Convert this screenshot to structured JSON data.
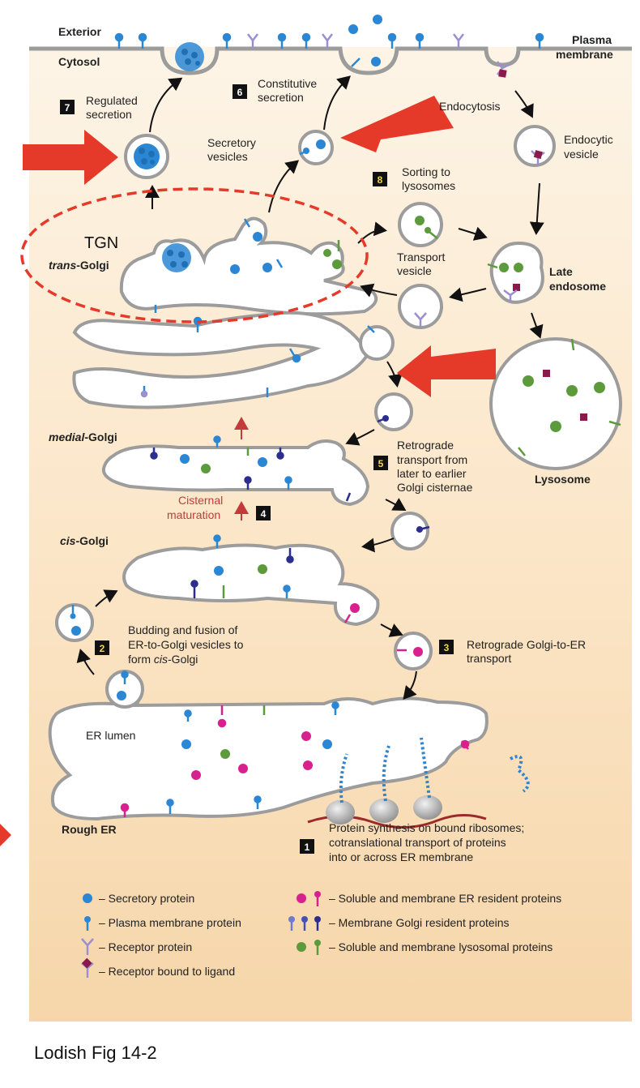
{
  "diagram": {
    "labels": {
      "exterior": "Exterior",
      "cytosol": "Cytosol",
      "plasma_membrane_1": "Plasma",
      "plasma_membrane_2": "membrane",
      "regulated_1": "Regulated",
      "regulated_2": "secretion",
      "constitutive_1": "Constitutive",
      "constitutive_2": "secretion",
      "secretory_vesicles_1": "Secretory",
      "secretory_vesicles_2": "vesicles",
      "endocytosis": "Endocytosis",
      "endocytic_vesicle_1": "Endocytic",
      "endocytic_vesicle_2": "vesicle",
      "sorting_1": "Sorting to",
      "sorting_2": "lysosomes",
      "tgn": "TGN",
      "trans_golgi_italic": "trans",
      "trans_golgi_rest": "-Golgi",
      "transport_vesicle_1": "Transport",
      "transport_vesicle_2": "vesicle",
      "late_endosome_1": "Late",
      "late_endosome_2": "endosome",
      "medial_golgi_italic": "medial",
      "medial_golgi_rest": "-Golgi",
      "retrograde_1": "Retrograde",
      "retrograde_2": "transport from",
      "retrograde_3": "later to earlier",
      "retrograde_4": "Golgi cisternae",
      "lysosome": "Lysosome",
      "cisternal_1": "Cisternal",
      "cisternal_2": "maturation",
      "cis_golgi_italic": "cis",
      "cis_golgi_rest": "-Golgi",
      "budding_1": "Budding and fusion of",
      "budding_2": "ER-to-Golgi vesicles to",
      "budding_3a": "form ",
      "budding_3b": "cis",
      "budding_3c": "-Golgi",
      "retro_er_1": "Retrograde Golgi-to-ER",
      "retro_er_2": "transport",
      "er_lumen": "ER lumen",
      "rough_er": "Rough ER",
      "synthesis_1": "Protein synthesis on bound ribosomes;",
      "synthesis_2": "cotranslational transport of proteins",
      "synthesis_3": "into or across ER membrane"
    },
    "step_numbers": [
      "1",
      "2",
      "3",
      "4",
      "5",
      "6",
      "7",
      "8"
    ],
    "legend": [
      {
        "text": "– Secretory protein",
        "icon": "blue-dot-icon"
      },
      {
        "text": "– Plasma membrane protein",
        "icon": "blue-pin-icon"
      },
      {
        "text": "– Receptor protein",
        "icon": "receptor-y-icon"
      },
      {
        "text": "– Receptor bound to ligand",
        "icon": "receptor-ligand-icon"
      },
      {
        "text": "– Soluble and membrane ER resident proteins",
        "icon": "magenta-icon"
      },
      {
        "text": "– Membrane Golgi resident proteins",
        "icon": "golgi-pins-icon"
      },
      {
        "text": "– Soluble and membrane lysosomal proteins",
        "icon": "green-icon"
      }
    ],
    "colors": {
      "background_top": "#fdf3e4",
      "background_bottom": "#f6d6aa",
      "membrane": "#9c9c9c",
      "secretory_protein": "#2b86d4",
      "er_resident": "#d8218e",
      "golgi_resident": "#2c2e8f",
      "lysosomal": "#5c9a3c",
      "receptor": "#9c8fcf",
      "ligand": "#8a1a4b",
      "highlight_red": "#e53a2a"
    }
  },
  "caption": "Lodish Fig 14-2"
}
